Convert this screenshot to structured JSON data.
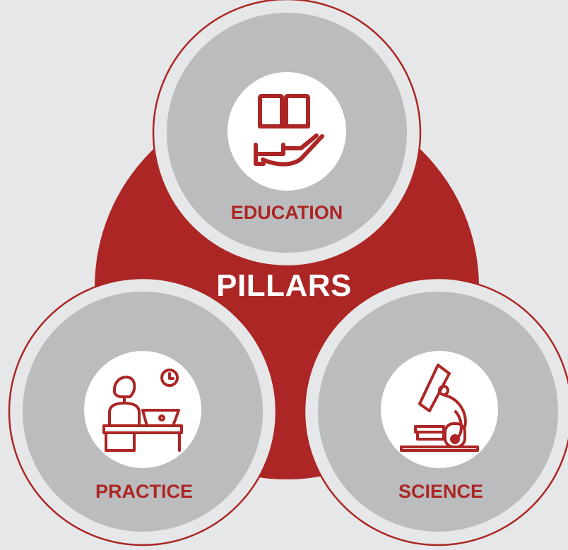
{
  "diagram": {
    "center_label": "PILLARS",
    "pillars": [
      {
        "label": "EDUCATION",
        "icon": "book-on-hand-icon"
      },
      {
        "label": "PRACTICE",
        "icon": "person-at-desk-icon"
      },
      {
        "label": "SCIENCE",
        "icon": "microscope-icon"
      }
    ]
  },
  "colors": {
    "background": "#e6e7e8",
    "accent_red": "#ab2624",
    "pillar_gray": "#bbbcbe",
    "ring_light": "#e6e7e8",
    "icon_disc": "#ffffff"
  }
}
